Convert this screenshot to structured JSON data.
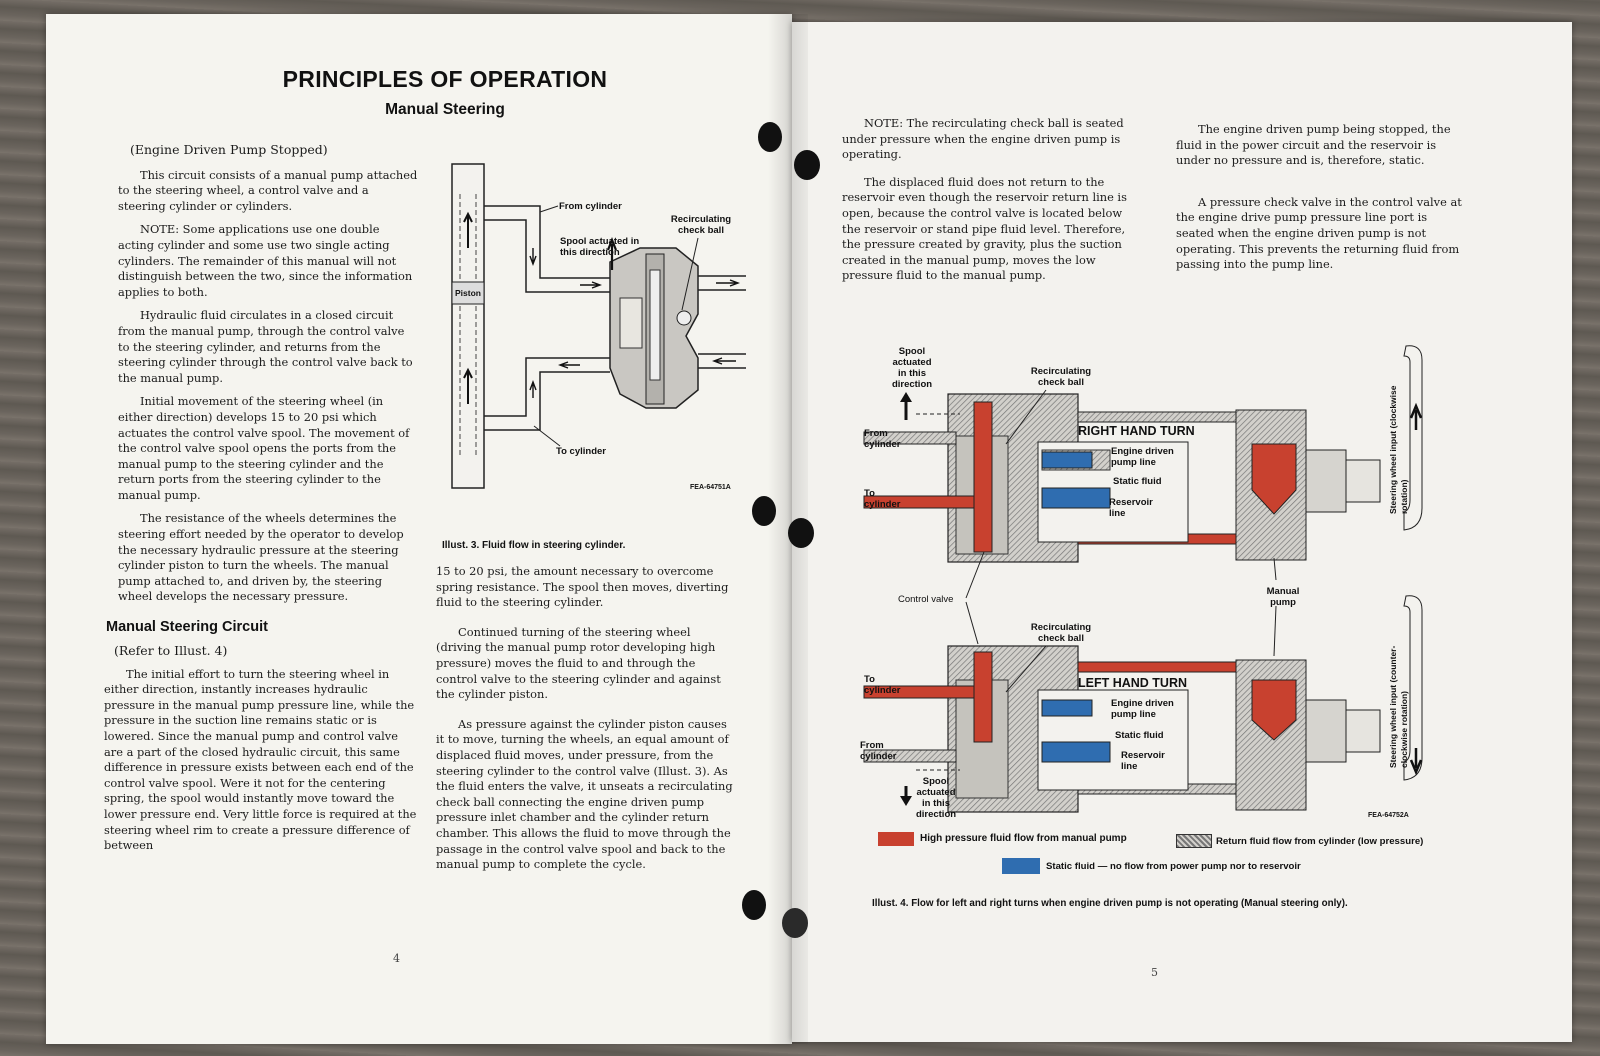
{
  "left_page": {
    "title": "PRINCIPLES OF OPERATION",
    "subtitle": "Manual Steering",
    "condition": "(Engine Driven Pump Stopped)",
    "col1_paragraphs": [
      "This circuit consists of a manual pump attached to the steering wheel, a control valve and a steering cylinder or cylinders.",
      "NOTE: Some applications use one double acting cylinder and some use two single acting cylinders. The remainder of this manual will not distinguish between the two, since the information applies to both.",
      "Hydraulic fluid circulates in a closed circuit from the manual pump, through the control valve to the steering cylinder, and returns from the steering cylinder through the control valve back to the manual pump.",
      "Initial movement of the steering wheel (in either direction) develops 15 to 20 psi which actuates the control valve spool. The movement of the control valve spool opens the ports from the manual pump to the steering cylinder and the return ports from the steering cylinder to the manual pump.",
      "The resistance of the wheels determines the steering effort needed by the operator to develop the necessary hydraulic pressure at the steering cylinder piston to turn the wheels. The manual pump attached to, and driven by, the steering wheel develops the necessary pressure."
    ],
    "section_heading": "Manual Steering Circuit",
    "section_ref": "(Refer to Illust. 4)",
    "col1_section_paragraph": "The initial effort to turn the steering wheel in either direction, instantly increases hydraulic pressure in the manual pump pressure line, while the pressure in the suction line remains static or is lowered. Since the manual pump and control valve are a part of the closed hydraulic circuit, this same difference in pressure exists between each end of the control valve spool. Were it not for the centering spring, the spool would instantly move toward the lower pressure end. Very little force is required at the steering wheel rim to create a pressure difference of between",
    "illust3": {
      "labels": {
        "from_cylinder": "From cylinder",
        "recirc": "Recirculating check ball",
        "spool": "Spool actuated in this direction",
        "piston": "Piston",
        "to_cylinder": "To cylinder",
        "fig_id": "FEA-64751A"
      },
      "caption": "Illust. 3. Fluid flow in steering cylinder."
    },
    "col2_paragraphs": [
      "15 to 20 psi, the amount necessary to overcome spring resistance. The spool then moves, diverting fluid to the steering cylinder.",
      "Continued turning of the steering wheel (driving the manual pump rotor developing high pressure) moves the fluid to and through the control valve to the steering cylinder and against the cylinder piston.",
      "As pressure against the cylinder piston causes it to move, turning the wheels, an equal amount of displaced fluid moves, under pressure, from the steering cylinder to the control valve (Illust. 3). As the fluid enters the valve, it unseats a recirculating check ball connecting the engine driven pump pressure inlet chamber and the cylinder return chamber. This allows the fluid to move through the passage in the control valve spool and back to the manual pump to complete the cycle."
    ],
    "page_number": "4"
  },
  "right_page": {
    "col1_paragraphs": [
      "NOTE: The recirculating check ball is seated under pressure when the engine driven pump is operating.",
      "The displaced fluid does not return to the reservoir even though the reservoir return line is open, because the control valve is located below the reservoir or stand pipe fluid level. Therefore, the pressure created by gravity, plus the suction created in the manual pump, moves the low pressure fluid to the manual pump."
    ],
    "col2_paragraphs": [
      "The engine driven pump being stopped, the fluid in the power circuit and the reservoir is under no pressure and is, therefore, static.",
      "A pressure check valve in the control valve at the engine drive pump pressure line port is seated when the engine driven pump is not operating. This prevents the returning fluid from passing into the pump line."
    ],
    "illust4": {
      "right_turn": "RIGHT HAND TURN",
      "left_turn": "LEFT HAND TURN",
      "spool_top": "Spool actuated in this direction",
      "spool_bottom": "Spool actuated in this direction",
      "recirc_top": "Recirculating check ball",
      "recirc_bottom": "Recirculating check ball",
      "from_cyl_top": "From cylinder",
      "to_cyl_top": "To cylinder",
      "to_cyl_bottom": "To cylinder",
      "from_cyl_bottom": "From cylinder",
      "engine_line_top": "Engine driven pump line",
      "static_top": "Static fluid",
      "reservoir_top": "Reservoir line",
      "engine_line_bottom": "Engine driven pump line",
      "static_bottom": "Static fluid",
      "reservoir_bottom": "Reservoir line",
      "control_valve": "Control valve",
      "manual_pump": "Manual pump",
      "wheel_cw": "Steering wheel input (clockwise rotation)",
      "wheel_ccw": "Steering wheel input (counter-clockwise rotation)",
      "fig_id": "FEA-64752A",
      "legend_high": "High pressure fluid flow from manual pump",
      "legend_return": "Return fluid flow from cylinder (low pressure)",
      "legend_static": "Static fluid — no flow from power pump nor to reservoir",
      "caption": "Illust. 4. Flow for left and right turns when engine driven pump is not operating (Manual steering only)."
    },
    "page_number": "5"
  },
  "colors": {
    "high_pressure": "#c8412f",
    "static_fluid": "#2f6db0",
    "return_fluid": "#8e8e8e"
  }
}
